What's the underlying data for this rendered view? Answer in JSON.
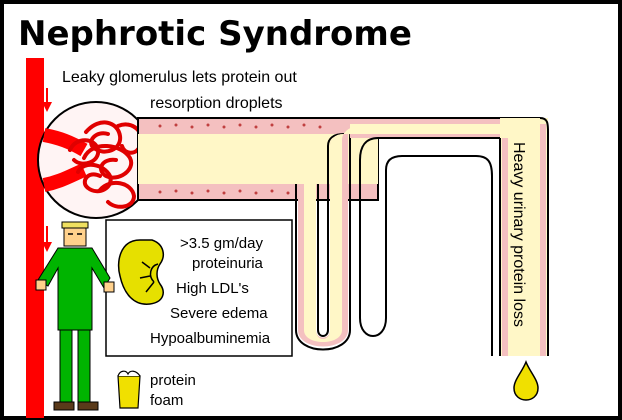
{
  "title": "Nephrotic Syndrome",
  "labels": {
    "leaky": "Leaky glomerulus lets protein out",
    "resorption": "resorption droplets",
    "heavy_loss": "Heavy urinary protein loss",
    "protein_foam_line1": "protein",
    "protein_foam_line2": "foam"
  },
  "findings": [
    ">3.5 gm/day",
    "proteinuria",
    "High LDL's",
    "Severe edema",
    "Hypoalbuminemia"
  ],
  "colors": {
    "artery": "#ff0000",
    "glomerulus_fill": "#fff4f4",
    "tubule_fill": "#fff7c7",
    "tubule_wall": "#d8a0a0",
    "person": "#00b400",
    "person_face": "#ffd18c",
    "kidney": "#e6e000",
    "droplet": "#f0e000"
  }
}
